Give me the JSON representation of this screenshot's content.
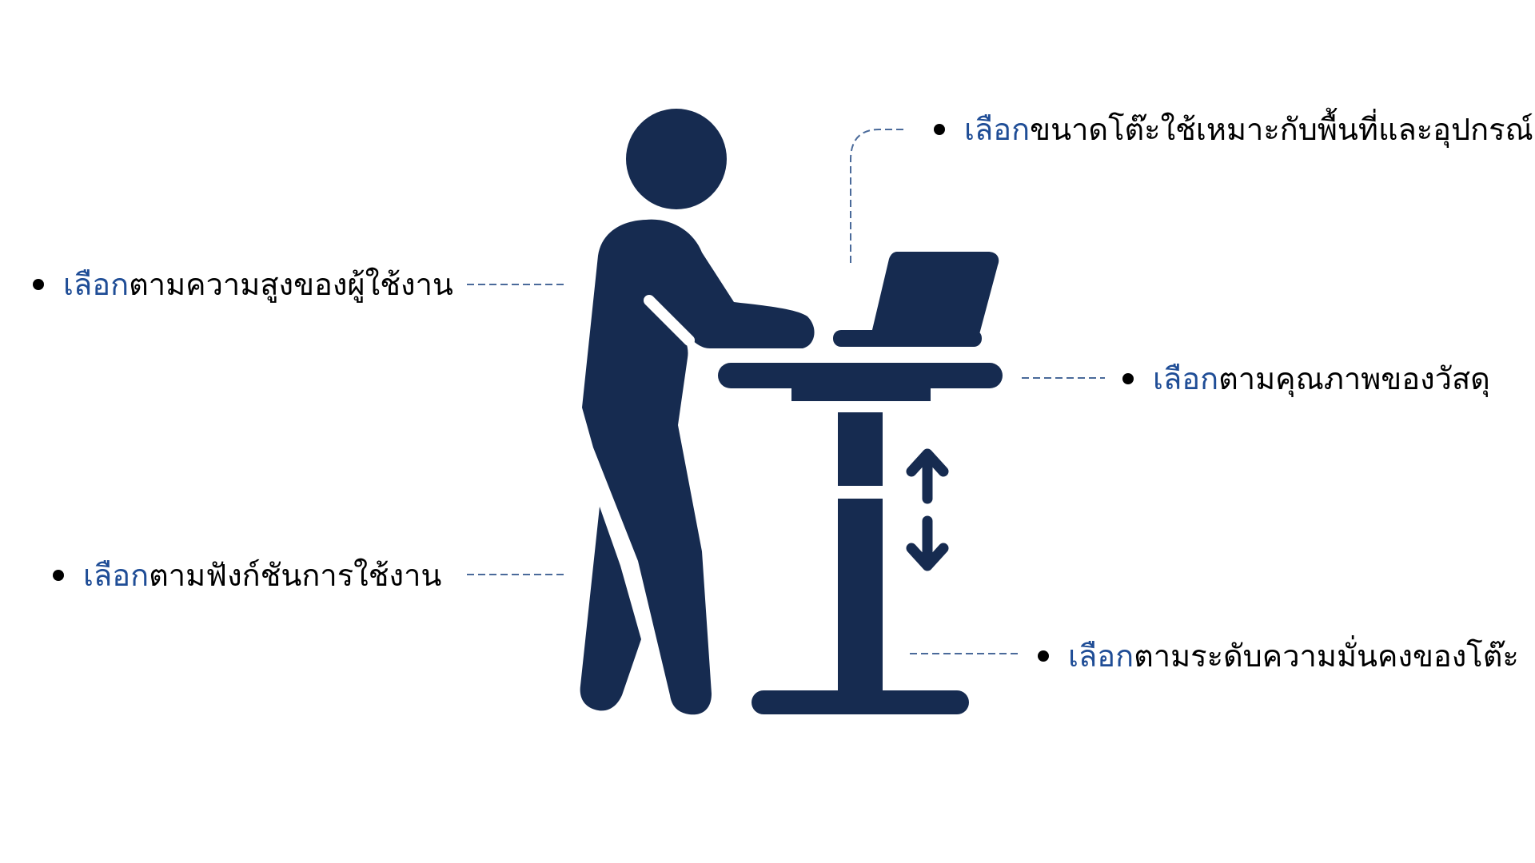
{
  "colors": {
    "figure": "#162b50",
    "keyword": "#1f4d96",
    "text": "#000000",
    "connector": "#4a6a9a",
    "background": "#ffffff"
  },
  "icons": {
    "person": "person-standing-icon",
    "laptop": "laptop-icon",
    "desk": "standing-desk-icon",
    "arrows": "up-down-arrows-icon"
  },
  "labels": [
    {
      "id": "top-right",
      "keyword": "เลือก",
      "text": "ขนาดโต๊ะใช้เหมาะกับพื้นที่และอุปกรณ์"
    },
    {
      "id": "left-1",
      "keyword": "เลือก",
      "text": "ตามความสูงของผู้ใช้งาน"
    },
    {
      "id": "right-mid",
      "keyword": "เลือก",
      "text": "ตามคุณภาพของวัสดุ"
    },
    {
      "id": "left-2",
      "keyword": "เลือก",
      "text": "ตามฟังก์ชันการใช้งาน"
    },
    {
      "id": "bottom-right",
      "keyword": "เลือก",
      "text": "ตามระดับความมั่นคงของโต๊ะ"
    }
  ]
}
